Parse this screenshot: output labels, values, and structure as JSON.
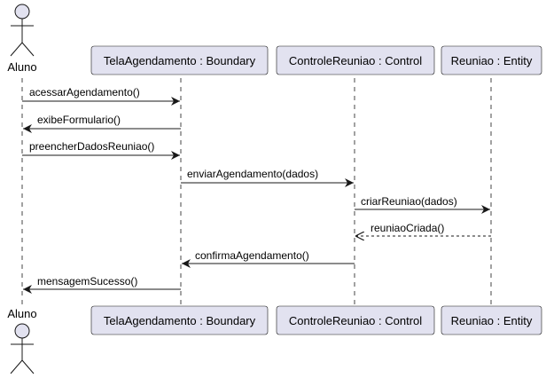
{
  "diagram": {
    "type": "sequence",
    "participants": [
      {
        "id": "aluno",
        "kind": "actor",
        "label": "Aluno"
      },
      {
        "id": "tela",
        "kind": "participant",
        "label": "TelaAgendamento : Boundary"
      },
      {
        "id": "controle",
        "kind": "participant",
        "label": "ControleReuniao : Control"
      },
      {
        "id": "reuniao",
        "kind": "participant",
        "label": "Reuniao : Entity"
      }
    ],
    "messages": [
      {
        "from": "aluno",
        "to": "tela",
        "label": "acessarAgendamento()",
        "style": "solid"
      },
      {
        "from": "tela",
        "to": "aluno",
        "label": "exibeFormulario()",
        "style": "solid"
      },
      {
        "from": "aluno",
        "to": "tela",
        "label": "preencherDadosReuniao()",
        "style": "solid"
      },
      {
        "from": "tela",
        "to": "controle",
        "label": "enviarAgendamento(dados)",
        "style": "solid"
      },
      {
        "from": "controle",
        "to": "reuniao",
        "label": "criarReuniao(dados)",
        "style": "solid"
      },
      {
        "from": "reuniao",
        "to": "controle",
        "label": "reuniaoCriada()",
        "style": "dashed"
      },
      {
        "from": "controle",
        "to": "tela",
        "label": "confirmaAgendamento()",
        "style": "solid"
      },
      {
        "from": "tela",
        "to": "aluno",
        "label": "mensagemSucesso()",
        "style": "solid"
      }
    ],
    "colors": {
      "box_fill": "#E2E2F0",
      "box_border": "#181818",
      "actor_fill": "#E2E2F0",
      "lifeline": "#181818",
      "arrow": "#181818"
    }
  }
}
